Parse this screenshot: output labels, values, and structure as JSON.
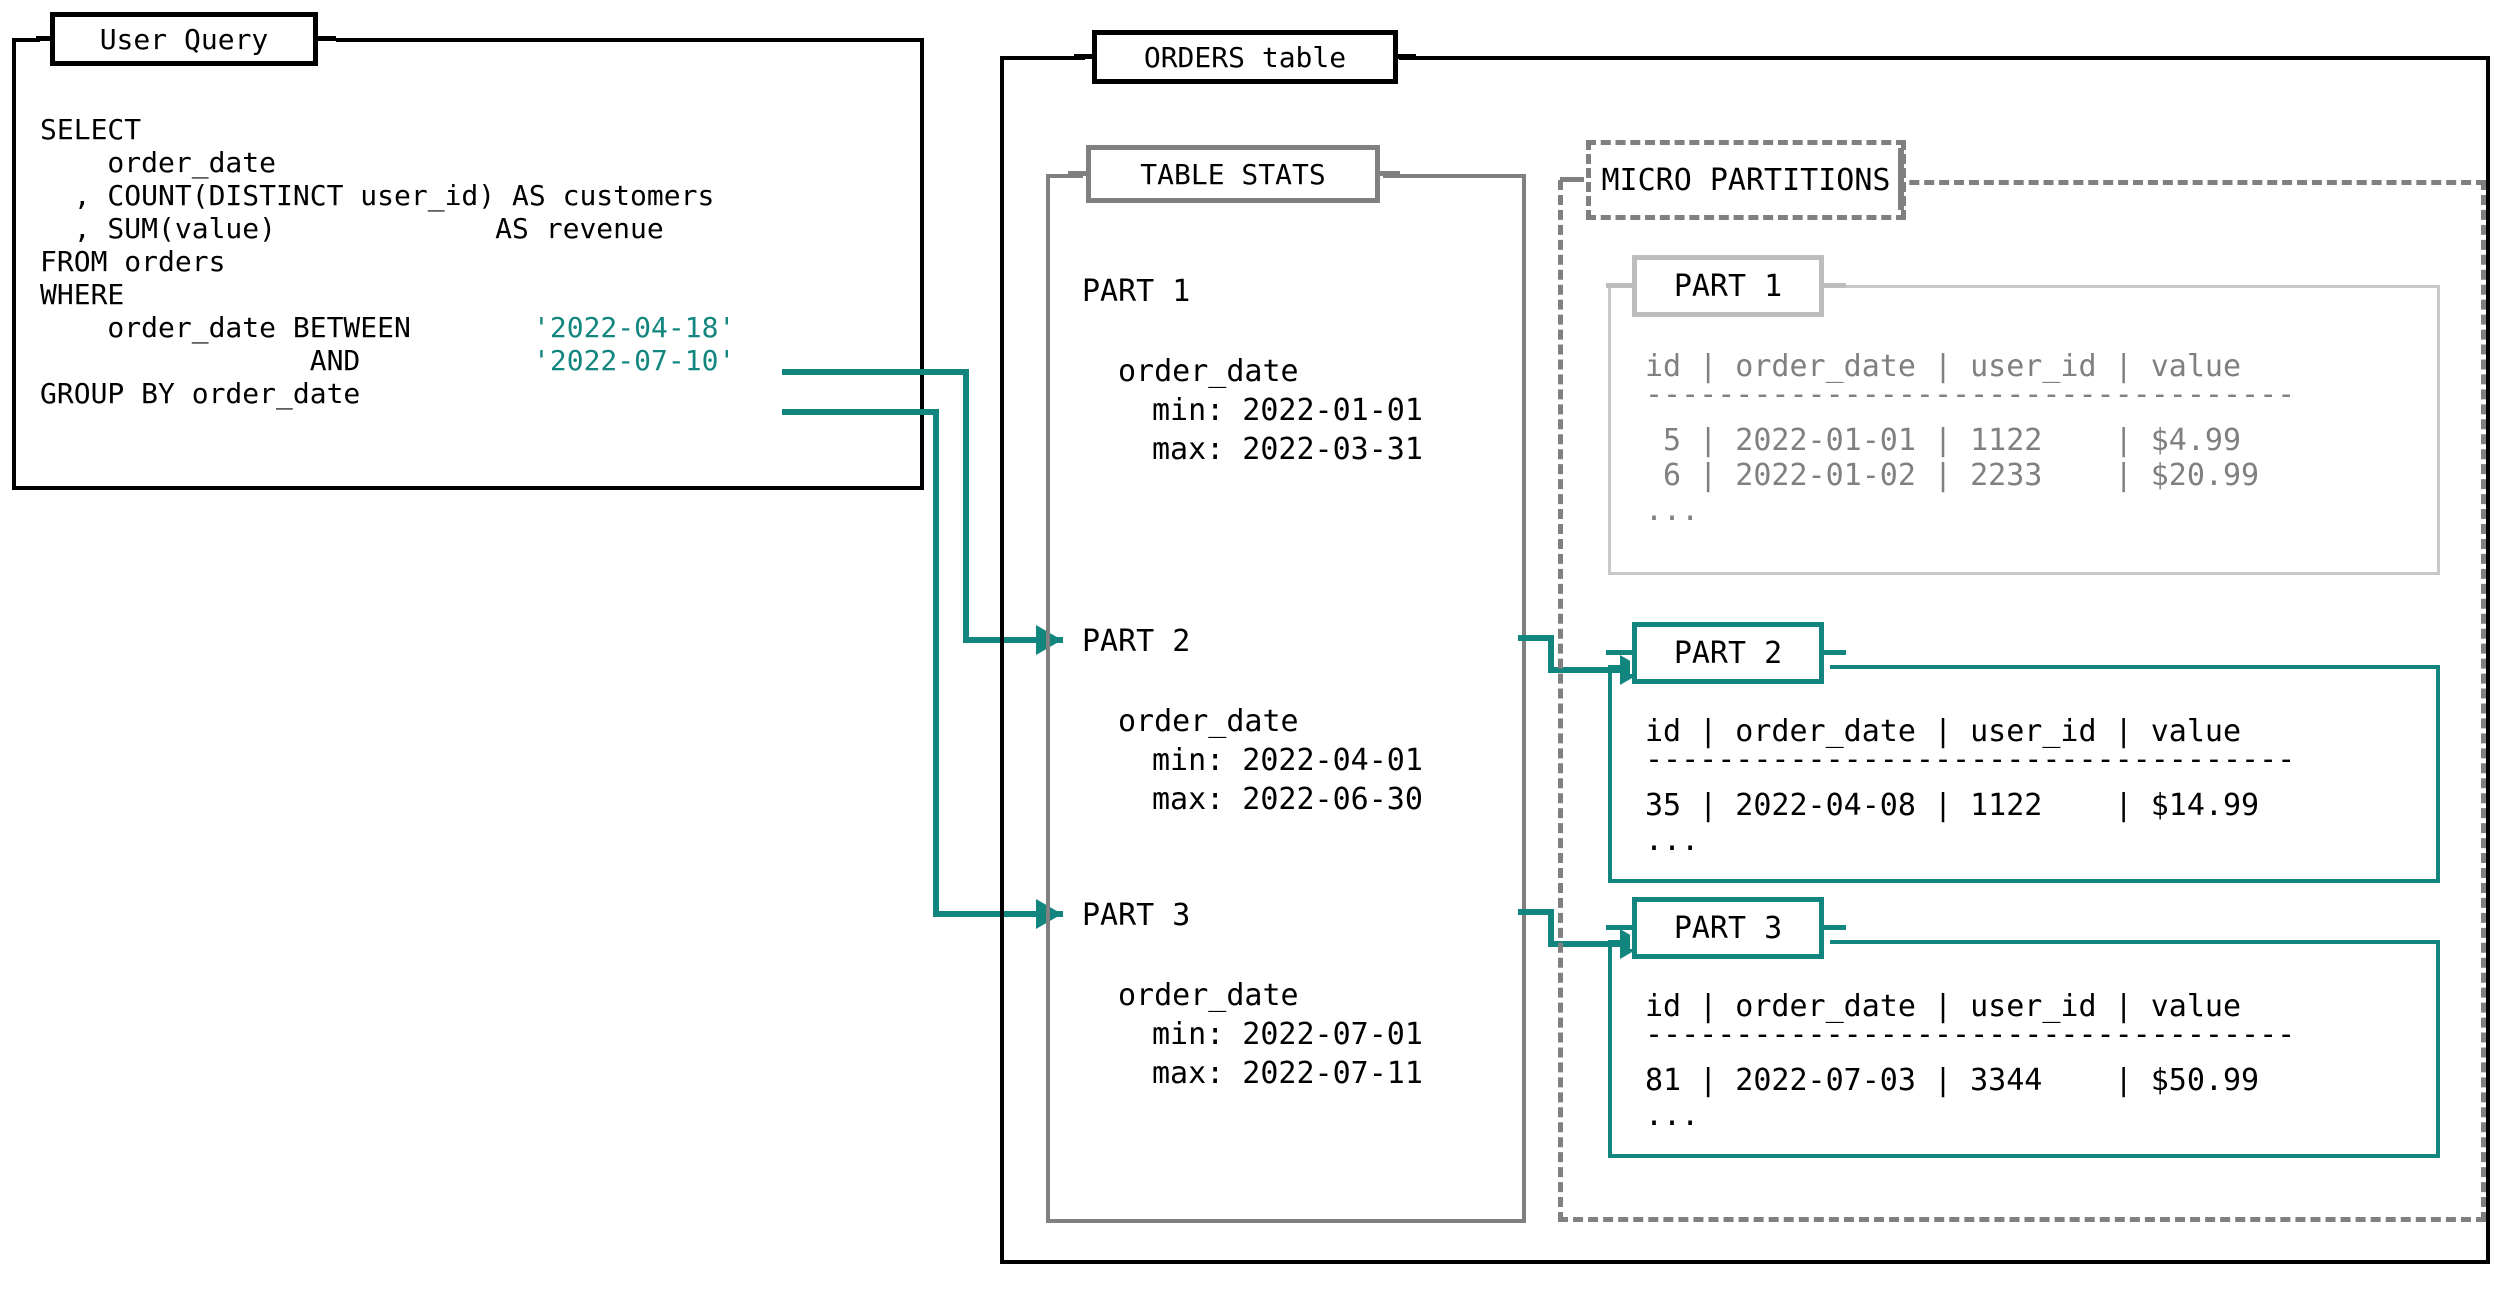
{
  "left_panel": {
    "title": "User Query",
    "sql_lines": [
      {
        "text": "SELECT",
        "color": "black"
      },
      {
        "text": "    order_date",
        "color": "black"
      },
      {
        "text": "  , COUNT(DISTINCT user_id) AS customers",
        "color": "black"
      },
      {
        "text": "  , SUM(value)             AS revenue",
        "color": "black"
      },
      {
        "text": "FROM orders",
        "color": "black"
      },
      {
        "text": "WHERE",
        "color": "black"
      }
    ],
    "where_line_prefix": "    order_date BETWEEN ",
    "where_date_start": "'2022-04-18'",
    "and_prefix": "                AND ",
    "where_date_end": "'2022-07-10'",
    "group_by_line": "GROUP BY order_date"
  },
  "right_panel": {
    "title": "ORDERS table"
  },
  "table_stats": {
    "title": "TABLE STATS",
    "partitions": [
      {
        "name": "PART 1",
        "column": "order_date",
        "min_label": "min: 2022-01-01",
        "max_label": "max: 2022-03-31",
        "highlighted": false
      },
      {
        "name": "PART 2",
        "column": "order_date",
        "min_label": "min: 2022-04-01",
        "max_label": "max: 2022-06-30",
        "highlighted": true
      },
      {
        "name": "PART 3",
        "column": "order_date",
        "min_label": "min: 2022-07-01",
        "max_label": "max: 2022-07-11",
        "highlighted": true
      }
    ]
  },
  "micro_partitions": {
    "title": "MICRO PARTITIONS",
    "tables": [
      {
        "name": "PART 1",
        "highlighted": false,
        "header": "id | order_date | user_id | value",
        "rule": "------------------------------------",
        "rows": [
          " 5 | 2022-01-01 | 1122    | $4.99",
          " 6 | 2022-01-02 | 2233    | $20.99"
        ],
        "ellipsis": "..."
      },
      {
        "name": "PART 2",
        "highlighted": true,
        "header": "id | order_date | user_id | value",
        "rule": "------------------------------------",
        "rows": [
          "35 | 2022-04-08 | 1122    | $14.99"
        ],
        "ellipsis": "..."
      },
      {
        "name": "PART 3",
        "highlighted": true,
        "header": "id | order_date | user_id | value",
        "rule": "------------------------------------",
        "rows": [
          "81 | 2022-07-03 | 3344    | $50.99"
        ],
        "ellipsis": "..."
      }
    ]
  },
  "colors": {
    "accent_teal": "#12867e",
    "grey": "#808080",
    "light_grey": "#c8c8c8",
    "black": "#000000"
  }
}
